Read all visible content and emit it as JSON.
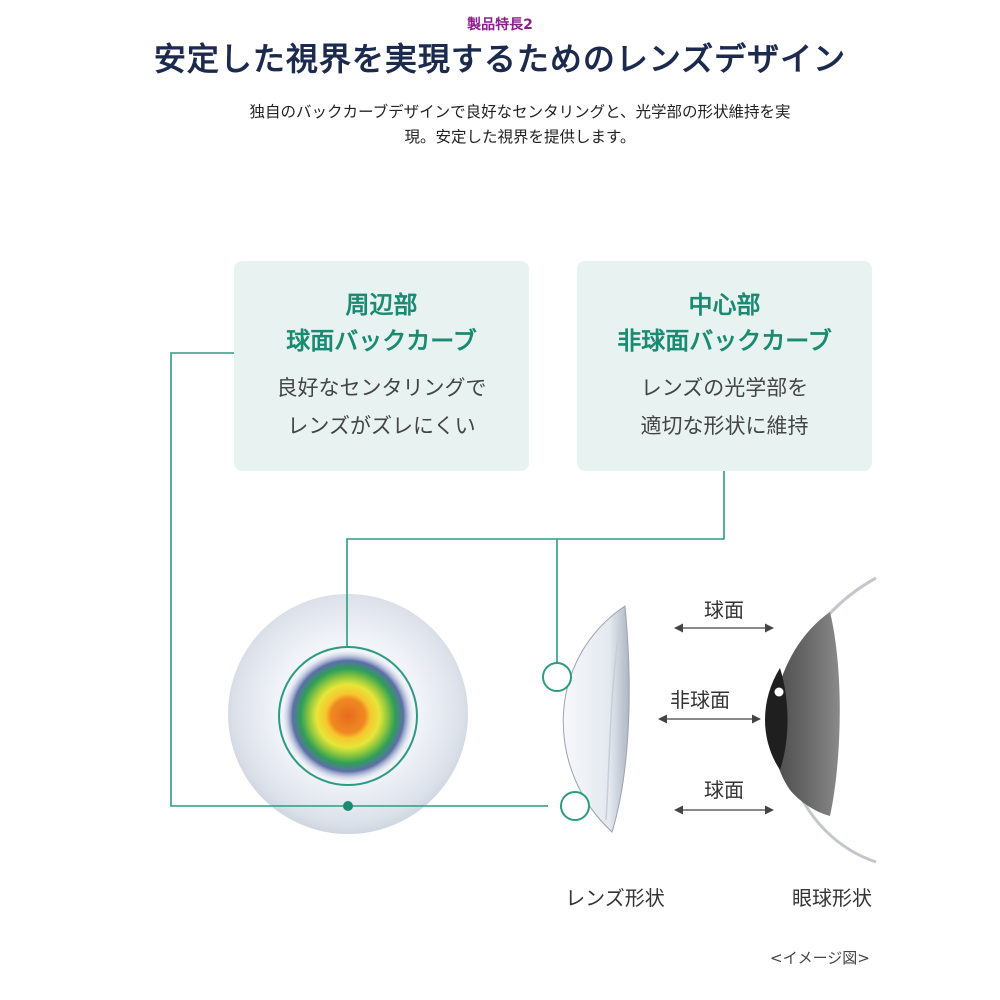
{
  "header": {
    "feature_tag": "製品特長2",
    "title": "安定した視界を実現するためのレンズデザイン",
    "description_line1": "独自のバックカーブデザインで良好なセンタリングと、光学部の形状維持を実",
    "description_line2": "現。安定した視界を提供します。"
  },
  "cards": {
    "peripheral": {
      "heading_line1": "周辺部",
      "heading_line2": "球面バックカーブ",
      "body_line1": "良好なセンタリングで",
      "body_line2": "レンズがズレにくい"
    },
    "center": {
      "heading_line1": "中心部",
      "heading_line2": "非球面バックカーブ",
      "body_line1": "レンズの光学部を",
      "body_line2": "適切な形状に維持"
    }
  },
  "diagram": {
    "arrow_top": "球面",
    "arrow_middle": "非球面",
    "arrow_bottom": "球面",
    "lens_caption": "レンズ形状",
    "eye_caption": "眼球形状",
    "image_note": "<イメージ図>"
  },
  "colors": {
    "tag": "#8a1f8c",
    "title": "#1c2a4d",
    "accent_teal": "#1a8a72",
    "card_bg": "#e8f3f1",
    "connector": "#2e9a84",
    "iris_dark": "#333333"
  }
}
